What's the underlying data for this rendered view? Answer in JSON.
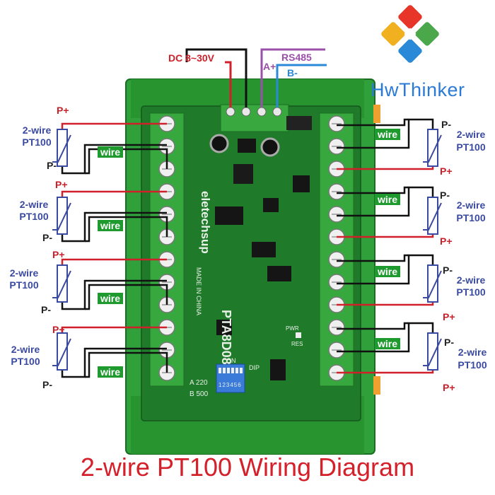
{
  "brand": {
    "name": "HwThinker"
  },
  "power": {
    "dc_label": "DC 8~30V",
    "a_label": "A+",
    "rs485_label": "RS485",
    "b_label": "B-"
  },
  "board": {
    "model": "PTA8D08",
    "maker": "eletechsup",
    "made_in": "MADE IN CHINA",
    "dip_label": "DIP",
    "dip_on": "ON",
    "dip_numbers": "123456",
    "baud_a": "A  220",
    "baud_b": "B  500",
    "pwr_led": "PWR",
    "res_label": "RES"
  },
  "sensors": {
    "name_line1": "2-wire",
    "name_line2": "PT100",
    "p_plus": "P+",
    "p_minus": "P-",
    "wire": "wire"
  },
  "colors": {
    "positive_wire": "#d0202a",
    "negative_wire": "#111111",
    "rs485_a": "#9a50a8",
    "rs485_b": "#2a8ad8",
    "pcb": "#1f7a2a",
    "housing": "#2fa03a"
  },
  "caption": "2-wire PT100 Wiring Diagram"
}
